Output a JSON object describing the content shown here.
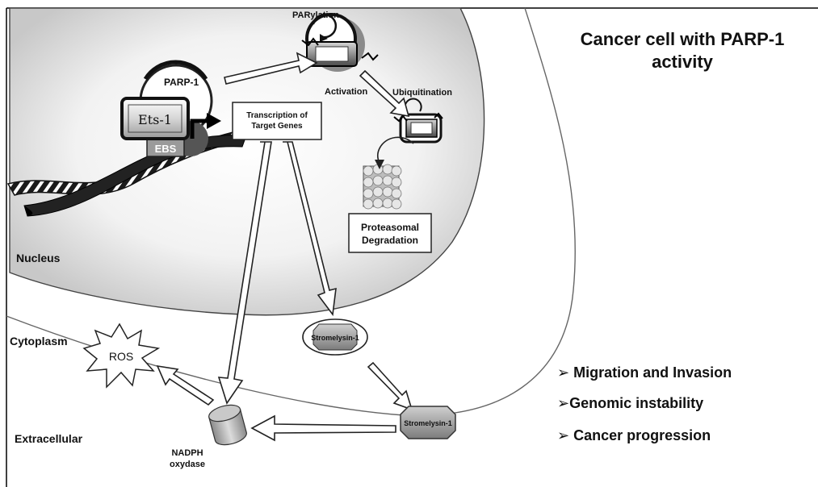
{
  "title": "Cancer cell with PARP-1 activity",
  "title_line1": "Cancer cell with PARP-1",
  "title_line2": "activity",
  "compartments": {
    "nucleus": "Nucleus",
    "cytoplasm": "Cytoplasm",
    "extracellular": "Extracellular"
  },
  "proteins": {
    "parp1": "PARP-1",
    "ets1": "Ets-1",
    "ebs": "EBS",
    "stromelysin_nuclear": "Stromelysin-1",
    "stromelysin_secreted": "Stromelysin-1",
    "ros": "ROS",
    "nadph_line1": "NADPH",
    "nadph_line2": "oxydase"
  },
  "processes": {
    "parylation": "PARylation",
    "activation": "Activation",
    "ubiquitination": "Ubiquitination",
    "transcription_line1": "Transcription of",
    "transcription_line2": "Target Genes",
    "degradation_line1": "Proteasomal",
    "degradation_line2": "Degradation"
  },
  "outcomes": [
    "➢ Migration and Invasion",
    "➢Genomic instability",
    "➢ Cancer progression"
  ]
}
